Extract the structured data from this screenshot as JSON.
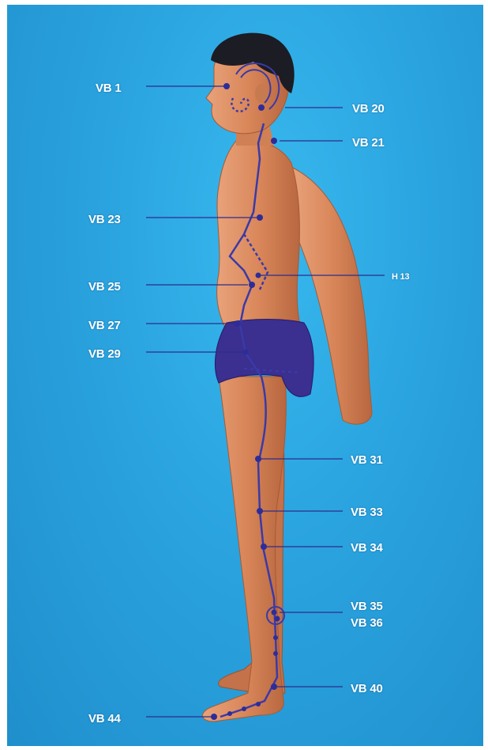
{
  "title": "",
  "colors": {
    "background": "#2aa3df",
    "meridian": "#3a3aa8",
    "point": "#2d2d9a",
    "label": "#ffffff",
    "skin": "#d9885a",
    "briefs": "#3b2f8f"
  },
  "labels": [
    {
      "id": "vb1",
      "text": "VB 1"
    },
    {
      "id": "vb20",
      "text": "VB 20"
    },
    {
      "id": "vb21",
      "text": "VB 21"
    },
    {
      "id": "vb23",
      "text": "VB 23"
    },
    {
      "id": "h13",
      "text": "H 13"
    },
    {
      "id": "vb25",
      "text": "VB 25"
    },
    {
      "id": "vb27",
      "text": "VB 27"
    },
    {
      "id": "vb29",
      "text": "VB 29"
    },
    {
      "id": "vb31",
      "text": "VB 31"
    },
    {
      "id": "vb33",
      "text": "VB 33"
    },
    {
      "id": "vb34",
      "text": "VB 34"
    },
    {
      "id": "vb35",
      "text": "VB 35"
    },
    {
      "id": "vb36",
      "text": "VB 36"
    },
    {
      "id": "vb40",
      "text": "VB 40"
    },
    {
      "id": "vb44",
      "text": "VB 44"
    }
  ]
}
